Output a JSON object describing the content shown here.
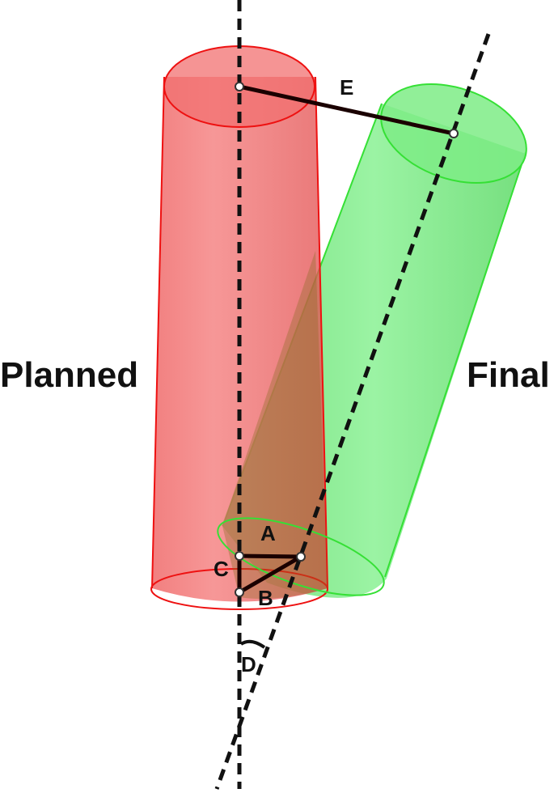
{
  "labels": {
    "planned": "Planned",
    "final": "Final",
    "a": "A",
    "b": "B",
    "c": "C",
    "d": "D",
    "e": "E"
  },
  "colors": {
    "planned_fill": "#f06a6a",
    "planned_stroke": "#ee1111",
    "final_fill": "#6fe07a",
    "final_stroke": "#2ee02e",
    "overlap": "#9a6a2a",
    "axis": "#111111"
  }
}
